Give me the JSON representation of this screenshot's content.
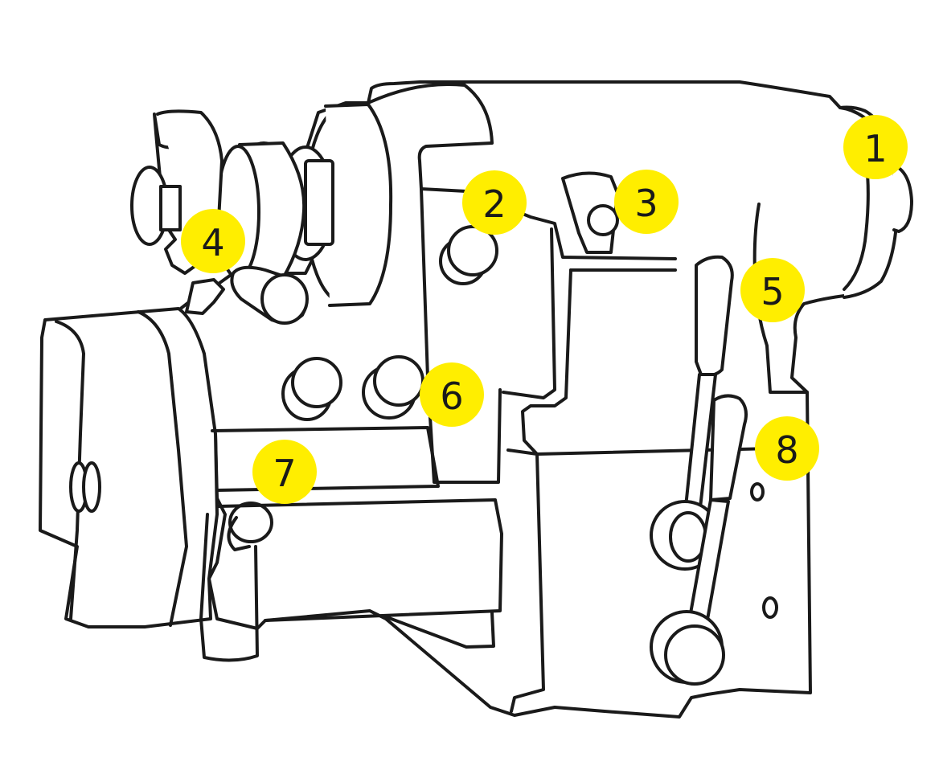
{
  "diagram": {
    "subject": "sewing-machine-line-drawing",
    "marker_color": "#ffee00",
    "line_color": "#1a1a1a",
    "markers": [
      {
        "id": "marker-1",
        "label": "1"
      },
      {
        "id": "marker-2",
        "label": "2"
      },
      {
        "id": "marker-3",
        "label": "3"
      },
      {
        "id": "marker-4",
        "label": "4"
      },
      {
        "id": "marker-5",
        "label": "5"
      },
      {
        "id": "marker-6",
        "label": "6"
      },
      {
        "id": "marker-7",
        "label": "7"
      },
      {
        "id": "marker-8",
        "label": "8"
      }
    ]
  }
}
